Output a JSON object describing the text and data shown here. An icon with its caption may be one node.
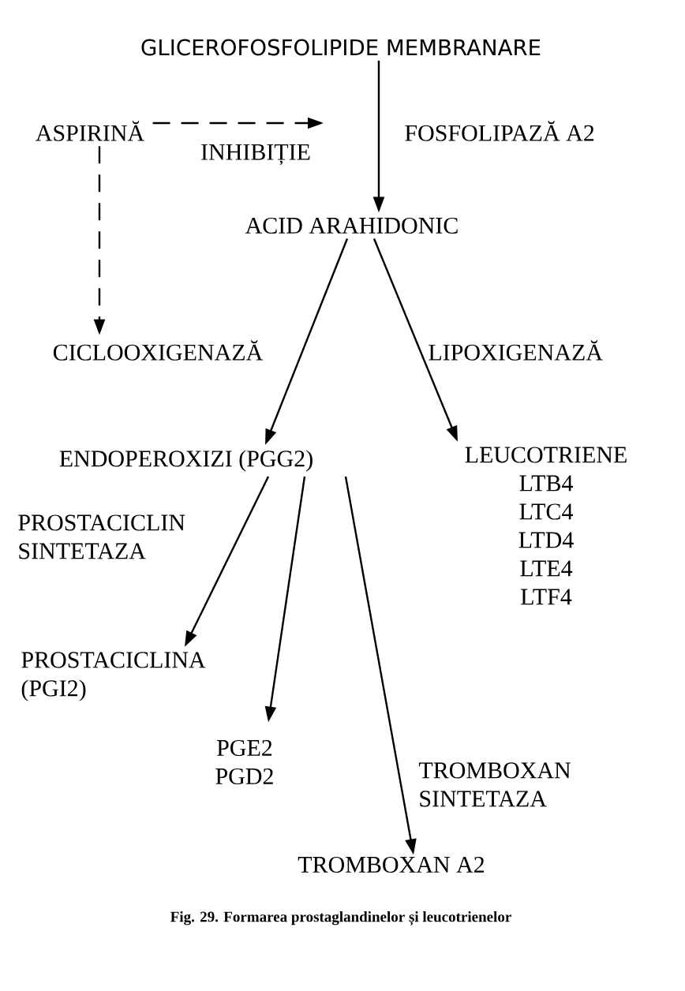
{
  "diagram": {
    "caption": "Fig. 29. Formarea prostaglandinelor și leucotrienelor",
    "nodes": [
      {
        "text": [
          "GLICEROFOSFOLIPIDE MEMBRANARE"
        ]
      },
      {
        "text": [
          "ASPIRINĂ"
        ]
      },
      {
        "text": [
          "ACID ARAHIDONIC"
        ]
      },
      {
        "text": [
          "CICLOOXIGENAZĂ"
        ]
      },
      {
        "text": [
          "ENDOPEROXIZI (PGG2)"
        ]
      },
      {
        "text": [
          "LEUCOTRIENE",
          "LTB4",
          "LTC4",
          "LTD4",
          "LTE4",
          "LTF4"
        ]
      },
      {
        "text": [
          "PROSTACICLINA (PGI2)"
        ]
      },
      {
        "text": [
          "PGE2",
          "PGD2"
        ]
      },
      {
        "text": [
          "TROMBOXAN A2"
        ]
      }
    ],
    "edges": [
      {
        "from": 0,
        "to": 2,
        "arrow": "to",
        "label": "FOSFOLIPAZĂ A2"
      },
      {
        "from": 1,
        "to": null,
        "arrow": "to",
        "style": "dashed",
        "label": "INHIBIȚIE"
      },
      {
        "from": 1,
        "to": 3,
        "arrow": "to",
        "style": "dashed"
      },
      {
        "from": 2,
        "to": 4,
        "arrow": "to"
      },
      {
        "from": 2,
        "to": 5,
        "arrow": "to",
        "label": "LIPOXIGENAZĂ"
      },
      {
        "from": 4,
        "to": 6,
        "arrow": "to",
        "label": "PROSTACICLIN SINTETAZA"
      },
      {
        "from": 4,
        "to": 7,
        "arrow": "to"
      },
      {
        "from": 4,
        "to": 8,
        "arrow": "to",
        "label": "TROMBOXAN SINTETAZA"
      }
    ]
  }
}
